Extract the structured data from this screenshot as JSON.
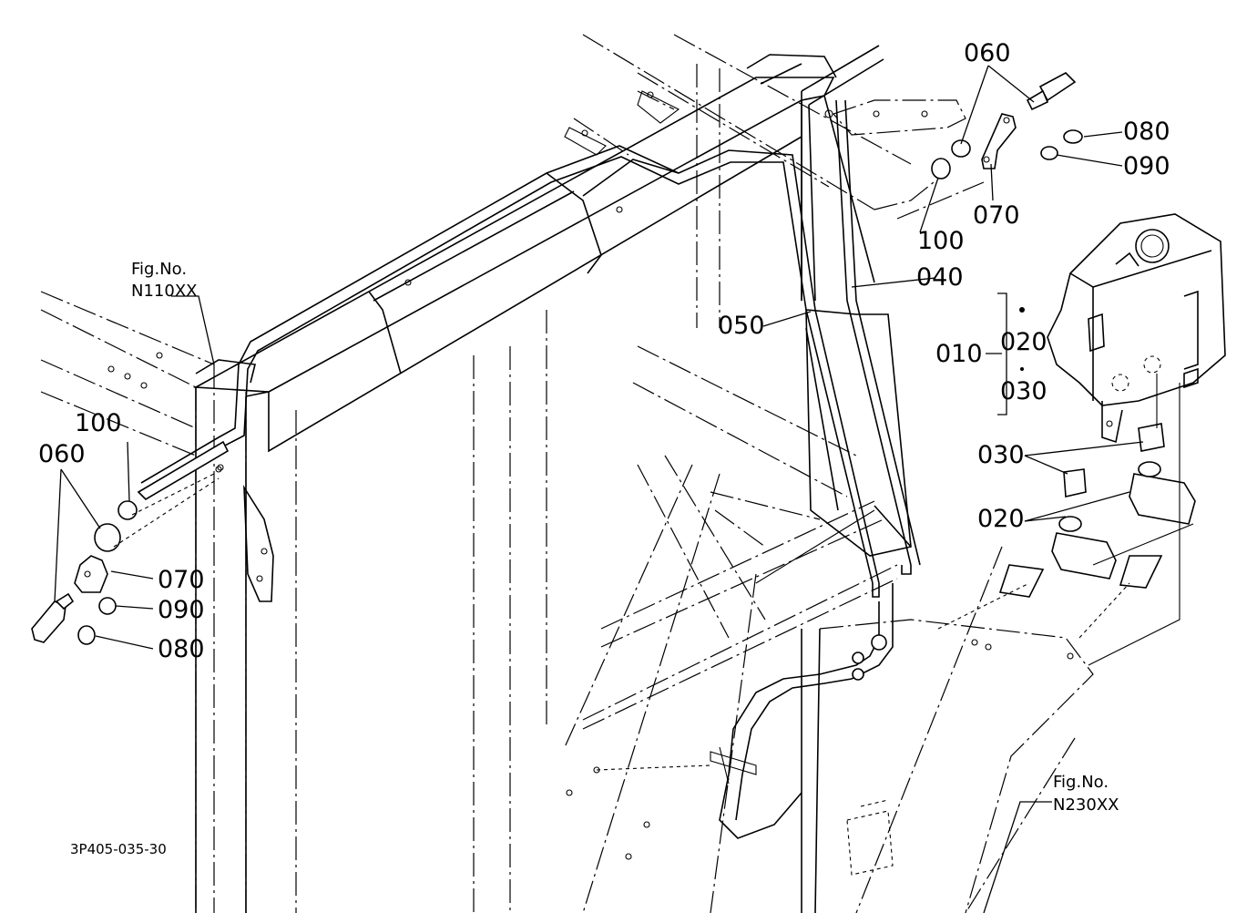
{
  "figure_refs": {
    "ref_left": {
      "line1": "Fig.No.",
      "line2": "N110XX"
    },
    "ref_right": {
      "line1": "Fig.No.",
      "line2": "N230XX"
    }
  },
  "drawing_code": "3P405-035-30",
  "callouts": {
    "p010": "010",
    "p020_group": "020",
    "p030_group": "030",
    "p020_pumps": "020",
    "p030_grommets": "030",
    "p040": "040",
    "p050": "050",
    "p060_top": "060",
    "p070_top": "070",
    "p080_top": "080",
    "p090_top": "090",
    "p100_top": "100",
    "p060_left": "060",
    "p070_left": "070",
    "p080_left": "080",
    "p090_left": "090",
    "p100_left": "100"
  }
}
